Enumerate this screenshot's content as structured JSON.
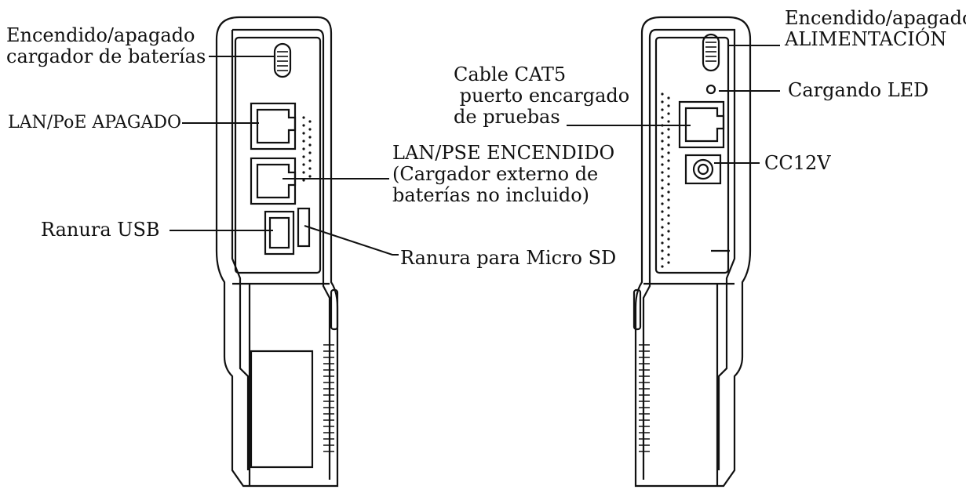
{
  "left_device": {
    "labels": {
      "charger_switch": [
        "Encendido/apagado",
        "cargador de baterías"
      ],
      "lan_poe_off": "LAN/PoE APAGADO",
      "lan_pse_on": [
        "LAN/PSE ENCENDIDO",
        "(Cargador externo de",
        "baterías  no incluido)"
      ],
      "usb_slot": "Ranura USB",
      "micro_sd_slot": "Ranura para Micro SD"
    }
  },
  "right_device": {
    "labels": {
      "power_switch": [
        "Encendido/apagado",
        "ALIMENTACIÓN"
      ],
      "charging_led": "Cargando LED",
      "cat5_port": [
        "Cable CAT5",
        " puerto encargado",
        "de pruebas"
      ],
      "dc12v": "CC12V"
    }
  },
  "colors": {
    "stroke": "#111111",
    "background": "#ffffff"
  }
}
